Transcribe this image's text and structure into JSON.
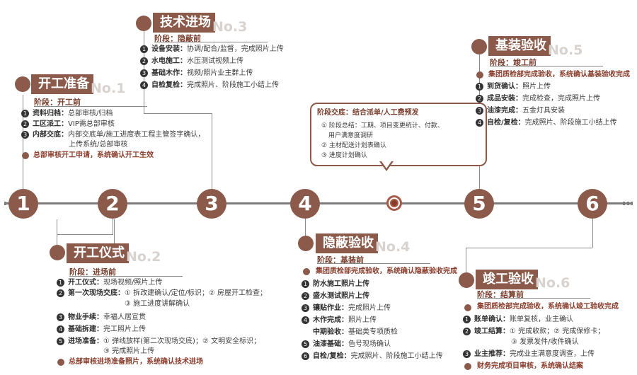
{
  "timeline": {
    "markers": [
      "1",
      "2",
      "3",
      "4",
      "5",
      "6"
    ]
  },
  "phases": {
    "p1": {
      "title": "开工准备",
      "no": "No.1",
      "stage": "阶段：开工前",
      "items": [
        {
          "n": "1",
          "key": "资料归档：",
          "text": "总部审核/归档"
        },
        {
          "n": "2",
          "key": "工区派工：",
          "text": "VIP需总部审核"
        },
        {
          "n": "3",
          "key": "内部交底：",
          "text": "内部交底单/施工进度表工程主管签字确认，"
        }
      ],
      "item3_cont": "上传系统/总部审核",
      "footer": "总部审核开工申请，系统确认开工生效"
    },
    "p2": {
      "title": "开工仪式",
      "no": "No.2",
      "stage": "阶段：进场前",
      "items": [
        {
          "n": "1",
          "key": "开工仪式：",
          "text": "现场视频/照片上传"
        },
        {
          "n": "2",
          "key": "第一次现场交底：",
          "text": "① 拆改建确认/定位/标识；② 房屋开工检查；"
        },
        {
          "n": "3",
          "key": "物业手续：",
          "text": "幸福人居宣贯"
        },
        {
          "n": "4",
          "key": "基础拆建：",
          "text": "完工照片上传"
        },
        {
          "n": "5",
          "key": "进场准备：",
          "text": "① 弹线放样(第二次现场交底)；② 文明安全标识；"
        }
      ],
      "item2_cont": "③ 施工进度讲解确认",
      "item5_cont": "③ 完成照片上传",
      "footer": "总部审核进场准备照片，系统确认技术进场"
    },
    "p3": {
      "title": "技术进场",
      "no": "No.3",
      "stage": "阶段：隐蔽前",
      "items": [
        {
          "n": "1",
          "key": "设备安装：",
          "text": "协调/配合/监督，完成照片上传"
        },
        {
          "n": "2",
          "key": "水电施工：",
          "text": "水压测试视频上传"
        },
        {
          "n": "3",
          "key": "基础木作：",
          "text": "视频/照片业主群上传"
        },
        {
          "n": "4",
          "key": "自检复检：",
          "text": "完成照片、阶段施工小结上传"
        }
      ]
    },
    "callout": {
      "title": "阶段交底：结合派单/人工费预发",
      "lines": [
        "① 阶段总结：工期、项目变更统计、付款、",
        "用户满意度调研",
        "② 主材配送计划表确认",
        "③ 进度计划确认"
      ]
    },
    "p4": {
      "title": "隐蔽验收",
      "no": "No.4",
      "stage": "阶段：基装前",
      "header": "集团质检部完成验收，系统确认隐蔽验收完成",
      "items": [
        {
          "n": "1",
          "key": "防水施工照片上传",
          "text": ""
        },
        {
          "n": "2",
          "key": "盛水测试照片上传",
          "text": ""
        },
        {
          "n": "3",
          "key": "镶贴作业：",
          "text": "完成照片上传"
        },
        {
          "n": "4",
          "key": "木作完成：",
          "text": "照片上传"
        },
        {
          "n": "",
          "key": "中期验收：",
          "text": "基础类专项质检"
        },
        {
          "n": "5",
          "key": "油漆基础：",
          "text": "色号现场确认"
        },
        {
          "n": "6",
          "key": "自检/复检：",
          "text": "完成照片、阶段施工小结上传"
        }
      ]
    },
    "p5": {
      "title": "基装验收",
      "no": "No.5",
      "stage": "阶段：竣工前",
      "header": "集团质检部完成验收，系统确认基装验收完成",
      "items": [
        {
          "n": "1",
          "key": "到货确认：",
          "text": "照片上传"
        },
        {
          "n": "2",
          "key": "成品安装：",
          "text": "完成检查，完成照片上传"
        },
        {
          "n": "3",
          "key": "油漆完成：",
          "text": "五金灯具安装"
        },
        {
          "n": "4",
          "key": "自检/复检：",
          "text": "完成照片、阶段施工小结上传"
        }
      ]
    },
    "p6": {
      "title": "竣工验收",
      "no": "No.6",
      "stage": "阶段：结算前",
      "header": "集团质检部完成验收，系统确认竣工验收完成",
      "items": [
        {
          "n": "1",
          "key": "账单确认：",
          "text": "账单复核，业主确认"
        },
        {
          "n": "2",
          "key": "竣工结算：",
          "text": "① 完成收款；② 完成保修卡；"
        },
        {
          "n": "3",
          "key": "业主推荐：",
          "text": "完成业主满意度调查，上传"
        }
      ],
      "item2_cont": "③ 发票发件/收件确认",
      "footer": "财务完成项目审核，系统确认结案"
    }
  }
}
